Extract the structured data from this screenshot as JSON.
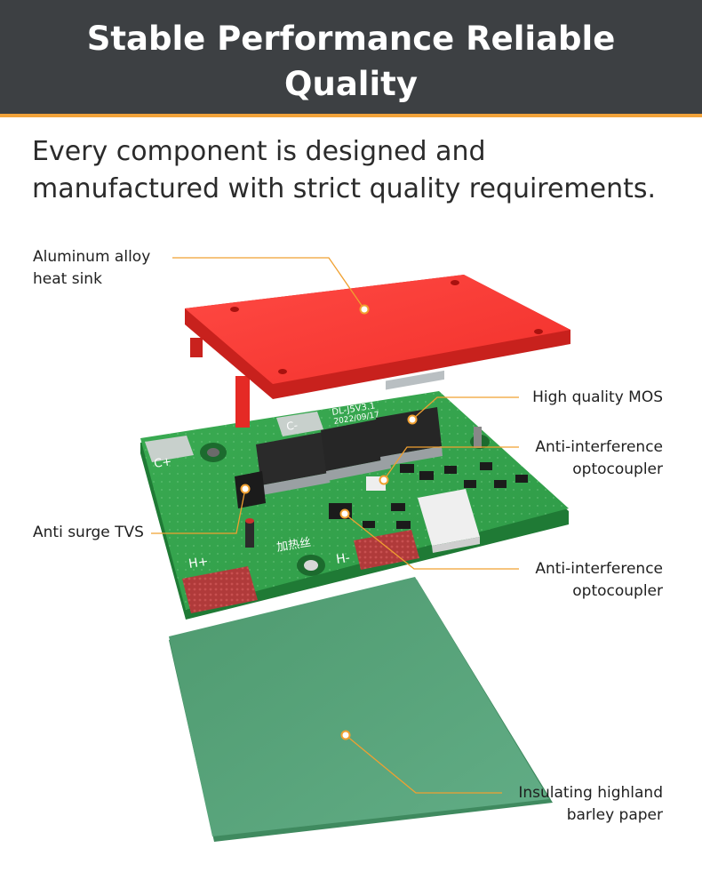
{
  "header": {
    "title_line1": "Stable Performance Reliable",
    "title_line2": "Quality"
  },
  "subtitle": {
    "line1": "Every component is designed and",
    "line2": "manufactured with strict quality requirements."
  },
  "board_print": {
    "model": "DL-J5V3.1",
    "date": "2022/09/17",
    "c_plus": "C+",
    "c_minus": "C-",
    "h_plus": "H+",
    "h_minus": "H-",
    "heat_wire": "加热丝"
  },
  "callouts": {
    "heat_sink": {
      "line1": "Aluminum alloy",
      "line2": "heat sink"
    },
    "mos": {
      "line1": "High quality MOS"
    },
    "opto_top": {
      "line1": "Anti-interference",
      "line2": "optocoupler"
    },
    "tvs": {
      "line1": "Anti surge TVS"
    },
    "opto_bottom": {
      "line1": "Anti-interference",
      "line2": "optocoupler"
    },
    "paper": {
      "line1": "Insulating highland",
      "line2": "barley paper"
    }
  },
  "colors": {
    "banner": "#3d4043",
    "accent": "#f2a33a",
    "heat_sink": "#f0302c",
    "pcb": "#2e9a47",
    "paper": "#5aa47c"
  }
}
